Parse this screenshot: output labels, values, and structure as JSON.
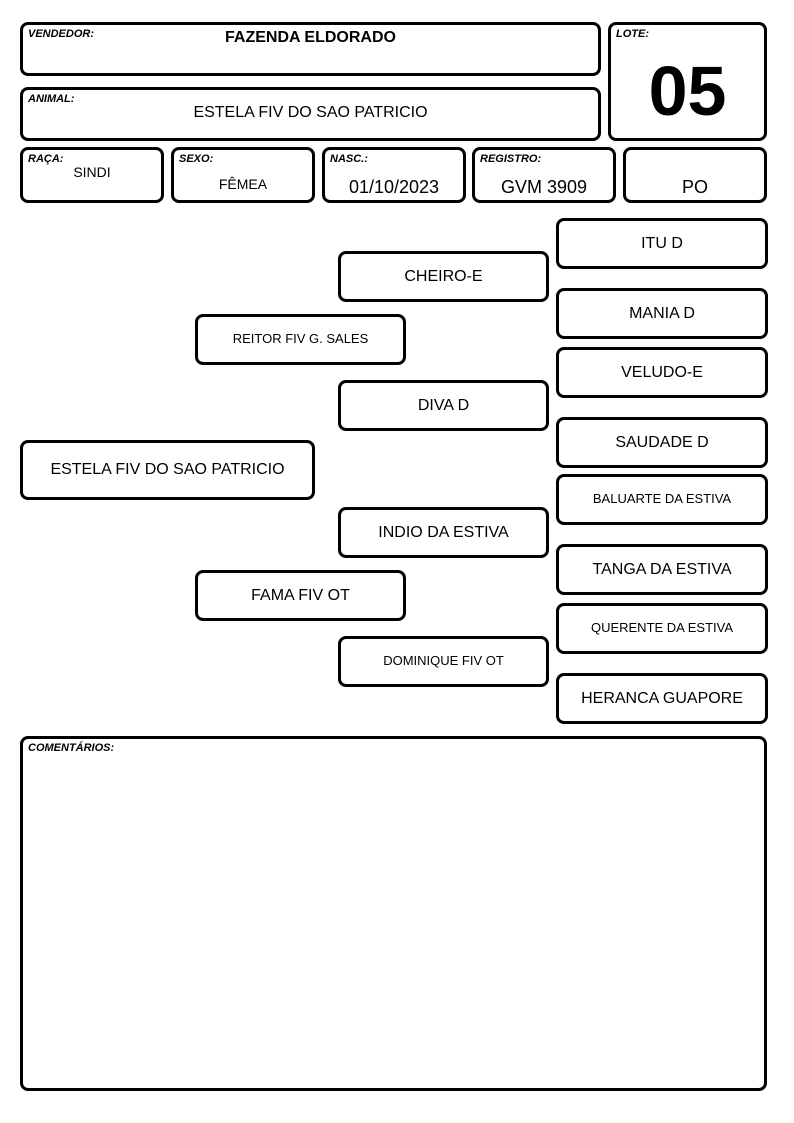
{
  "header": {
    "vendedor_label": "VENDEDOR:",
    "vendedor": "FAZENDA ELDORADO",
    "lote_label": "LOTE:",
    "lote": "05",
    "animal_label": "ANIMAL:",
    "animal": "ESTELA FIV DO SAO PATRICIO"
  },
  "info": {
    "raca_label": "RAÇA:",
    "raca": "SINDI",
    "sexo_label": "SEXO:",
    "sexo": "FÊMEA",
    "nasc_label": "NASC.:",
    "nasc": "01/10/2023",
    "registro_label": "REGISTRO:",
    "registro": "GVM 3909",
    "tipo": "PO"
  },
  "pedigree": {
    "animal": "ESTELA FIV DO SAO PATRICIO",
    "sire": "REITOR FIV G. SALES",
    "dam": "FAMA FIV OT",
    "sire_sire": "CHEIRO-E",
    "sire_dam": "DIVA D",
    "dam_sire": "INDIO DA ESTIVA",
    "dam_dam": "DOMINIQUE FIV OT",
    "ggp": [
      "ITU D",
      "MANIA D",
      "VELUDO-E",
      "SAUDADE D",
      "BALUARTE DA ESTIVA",
      "TANGA DA ESTIVA",
      "QUERENTE DA ESTIVA",
      "HERANCA GUAPORE"
    ]
  },
  "comments": {
    "label": "COMENTÁRIOS:",
    "text": ""
  }
}
